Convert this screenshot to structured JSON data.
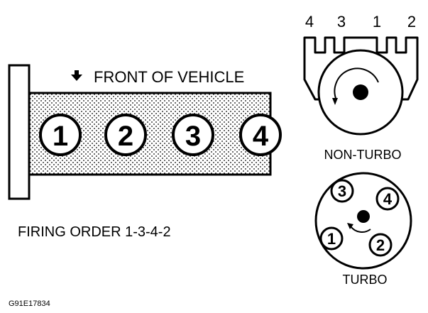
{
  "front_label": "FRONT OF VEHICLE",
  "firing_order": "FIRING ORDER 1-3-4-2",
  "engine_cylinders": [
    "1",
    "2",
    "3",
    "4"
  ],
  "non_turbo": {
    "label": "NON-TURBO",
    "terminals": [
      "4",
      "3",
      "1",
      "2"
    ]
  },
  "turbo": {
    "label": "TURBO",
    "terminals": [
      "3",
      "4",
      "1",
      "2"
    ]
  },
  "figure_id": "G91E17834"
}
